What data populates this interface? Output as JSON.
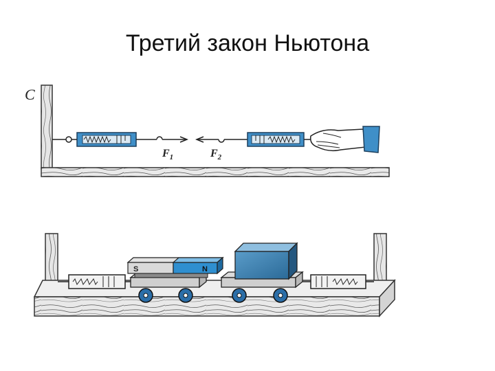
{
  "slide": {
    "title": "Третий закон Ньютона"
  },
  "top_diagram": {
    "wall_label": "C",
    "force_left": {
      "letter": "F",
      "sub": "1"
    },
    "force_right": {
      "letter": "F",
      "sub": "2"
    }
  },
  "bottom_diagram": {
    "magnet_pole_s": "S",
    "magnet_pole_n": "N"
  },
  "colors": {
    "dynamometer": "#3f8fc8",
    "magnet_blue": "#2f8fd0",
    "block": "#3d7fae",
    "wheel": "#2b6ea8"
  }
}
